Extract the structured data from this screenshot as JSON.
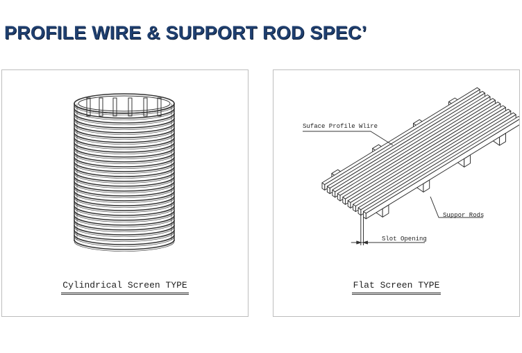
{
  "title": "PROFILE WIRE & SUPPORT ROD SPEC’",
  "panels": {
    "cylindrical": {
      "caption": "Cylindrical Screen TYPE"
    },
    "flat": {
      "caption": "Flat Screen TYPE",
      "callouts": {
        "surface_wire": "Suface Profile Wlire",
        "support_rods": "Suppor Rods",
        "slot_opening": "Slot Opening"
      }
    }
  },
  "colors": {
    "title": "#1f3f6f",
    "border": "#bdbdbd",
    "line": "#333333"
  }
}
